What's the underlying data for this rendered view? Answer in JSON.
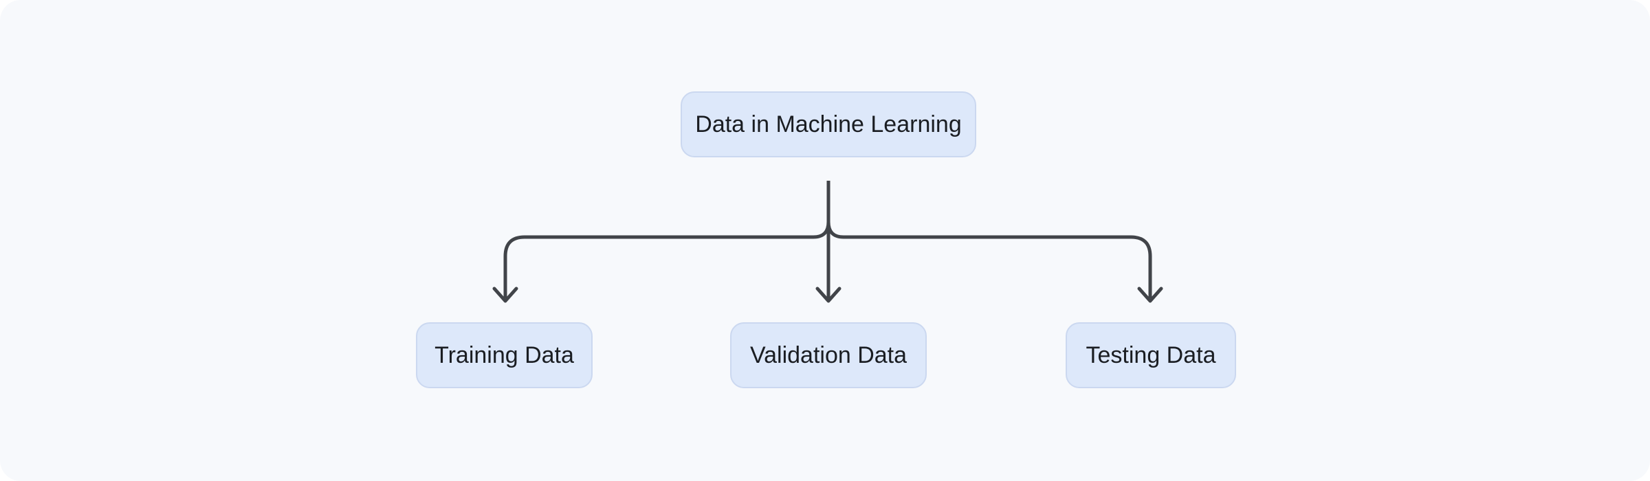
{
  "diagram": {
    "root": {
      "label": "Data in Machine Learning"
    },
    "children": [
      {
        "label": "Training Data"
      },
      {
        "label": "Validation Data"
      },
      {
        "label": "Testing Data"
      }
    ]
  },
  "colors": {
    "canvas_bg": "#ffffff",
    "card_bg": "#f7f9fc",
    "node_fill": "#dde8fa",
    "node_border": "#cbd8f0",
    "node_text": "#1a1d22",
    "connector": "#414449"
  }
}
